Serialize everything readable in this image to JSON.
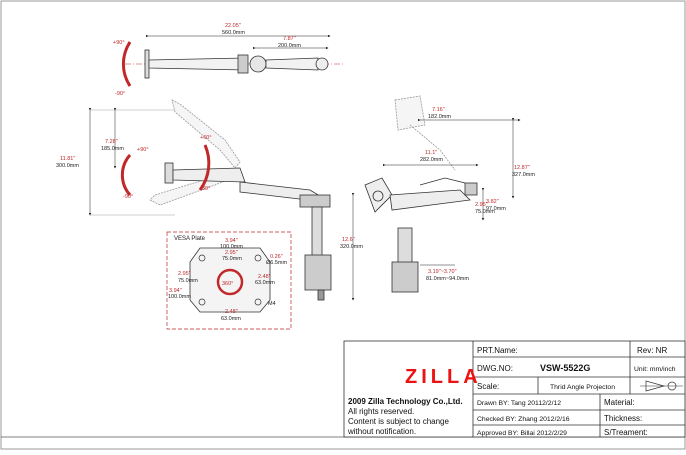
{
  "top_view": {
    "angle_plus": "+90°",
    "angle_minus": "-90°",
    "length_in": "22.05\"",
    "length_mm": "560.0mm",
    "arm_in": "7.87\"",
    "arm_mm": "200.0mm"
  },
  "side_view": {
    "height_in": "11.81\"",
    "height_mm": "300.0mm",
    "reach_in": "7.28\"",
    "reach_mm": "185.0mm",
    "tilt_plus": "+90°",
    "tilt_minus": "-90°",
    "lift_plus": "+60°",
    "lift_minus": "-30°",
    "pole_in": "12.6\"",
    "pole_mm": "320.0mm"
  },
  "vesa_plate": {
    "title": "VESA Plate",
    "outer_in": "3.94\"",
    "outer_mm": "100.0mm",
    "inner_in": "2.95\"",
    "inner_mm": "75.0mm",
    "offset_in": "0.26\"",
    "offset_mm": "Ø6.5mm",
    "v75_in": "2.95\"",
    "v75_mm": "75.0mm",
    "v63_in": "2.48\"",
    "v63_mm": "63.0mm",
    "v100_in": "3.94\"",
    "v100_mm": "100.0mm",
    "rotation": "360°",
    "screw": "M4",
    "bottom_in": "2.48\"",
    "bottom_mm": "63.0mm"
  },
  "front_view": {
    "reach_in": "7.16\"",
    "reach_mm": "182.0mm",
    "width_in": "11.1\"",
    "width_mm": "282.0mm",
    "height_in": "12.87\"",
    "height_mm": "327.0mm",
    "drop_in": "2.95\"",
    "drop_mm": "75.0mm",
    "base_in": "3.82\"",
    "base_mm": "97.0mm",
    "clamp_in": "3.19\"~3.70\"",
    "clamp_mm": "81.0mm~94.0mm"
  },
  "title_block": {
    "brand": "ZILLA",
    "copyright": "2009 Zilla Technology Co.,Ltd.",
    "rights": "All rights reserved.",
    "notice_1": "Content is subject to change",
    "notice_2": "without notification.",
    "part_name_label": "PRT.Name:",
    "revision": "Rev:  NR",
    "dwg_no_label": "DWG.NO:",
    "dwg_no": "VSW-5522G",
    "unit": "Unit: mm/inch",
    "scale_label": "Scale:",
    "projection": "Thrid Angle Projecton",
    "drawn_by": "Drawn BY:  Tang  20112/2/12",
    "material_label": "Material:",
    "checked_by": "Checked BY:  Zhang  2012/2/16",
    "thickness_label": "Thickness:",
    "approved_by": "Approved BY:  Billai  2012/2/29",
    "treatment_label": "S/Treament:"
  },
  "colors": {
    "dimension_red": "#c0282a",
    "brand_red": "#ee1111",
    "line_dark": "#333333"
  }
}
